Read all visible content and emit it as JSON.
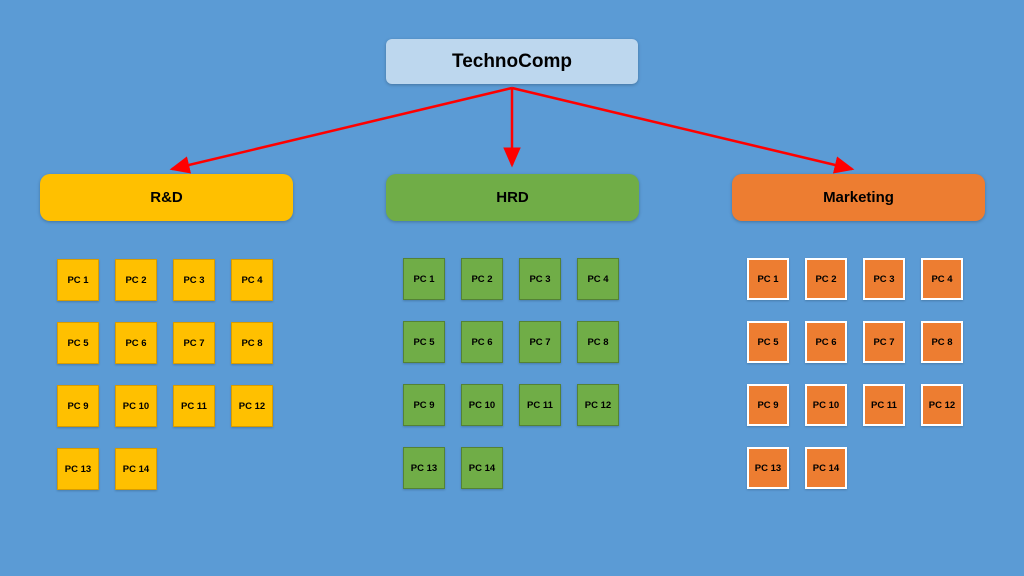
{
  "colors": {
    "background": "#5B9BD5",
    "arrow": "#FF0000",
    "root_fill": "#BDD7EE"
  },
  "root": {
    "label": "TechnoComp"
  },
  "departments": [
    {
      "label": "R&D",
      "fill": "#FFC000",
      "pc_fill": "#FFC000",
      "pc_border": "#D89C00",
      "pcs": [
        "PC 1",
        "PC 2",
        "PC 3",
        "PC 4",
        "PC 5",
        "PC 6",
        "PC 7",
        "PC 8",
        "PC 9",
        "PC 10",
        "PC 11",
        "PC 12",
        "PC 13",
        "PC 14"
      ]
    },
    {
      "label": "HRD",
      "fill": "#70AD47",
      "pc_fill": "#70AD47",
      "pc_border": "#548235",
      "pcs": [
        "PC 1",
        "PC 2",
        "PC 3",
        "PC 4",
        "PC 5",
        "PC 6",
        "PC 7",
        "PC 8",
        "PC 9",
        "PC 10",
        "PC 11",
        "PC 12",
        "PC 13",
        "PC 14"
      ]
    },
    {
      "label": "Marketing",
      "fill": "#ED7D31",
      "pc_fill": "#ED7D31",
      "pc_border": "#FFFFFF",
      "pcs": [
        "PC 1",
        "PC 2",
        "PC 3",
        "PC 4",
        "PC 5",
        "PC 6",
        "PC 7",
        "PC 8",
        "PC 9",
        "PC 10",
        "PC 11",
        "PC 12",
        "PC 13",
        "PC 14"
      ]
    }
  ]
}
